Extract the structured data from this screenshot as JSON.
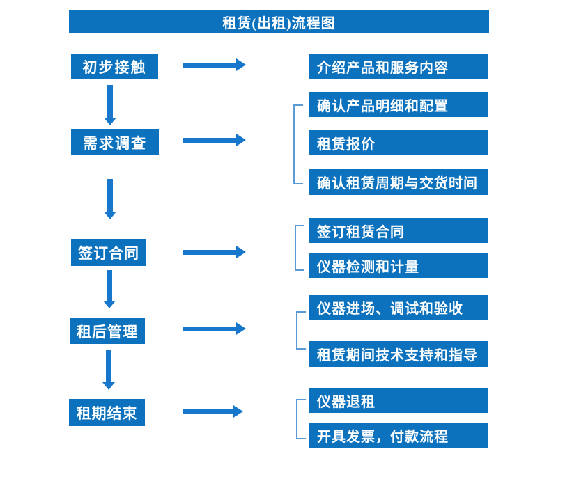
{
  "title": "租赁(出租)流程图",
  "colors": {
    "box": "#0d72be",
    "arrow": "#1677cd",
    "bracket": "#5b9bd5",
    "text": "#ffffff",
    "background": "#ffffff"
  },
  "steps": [
    {
      "label": "初步接触"
    },
    {
      "label": "需求调查"
    },
    {
      "label": "签订合同"
    },
    {
      "label": "租后管理"
    },
    {
      "label": "租期结束"
    }
  ],
  "details": [
    {
      "label": "介绍产品和服务内容"
    },
    {
      "label": "确认产品明细和配置"
    },
    {
      "label": "租赁报价"
    },
    {
      "label": "确认租赁周期与交货时间"
    },
    {
      "label": "签订租赁合同"
    },
    {
      "label": "仪器检测和计量"
    },
    {
      "label": "仪器进场、调试和验收"
    },
    {
      "label": "租赁期间技术支持和指导"
    },
    {
      "label": "仪器退租"
    },
    {
      "label": "开具发票，付款流程"
    }
  ]
}
